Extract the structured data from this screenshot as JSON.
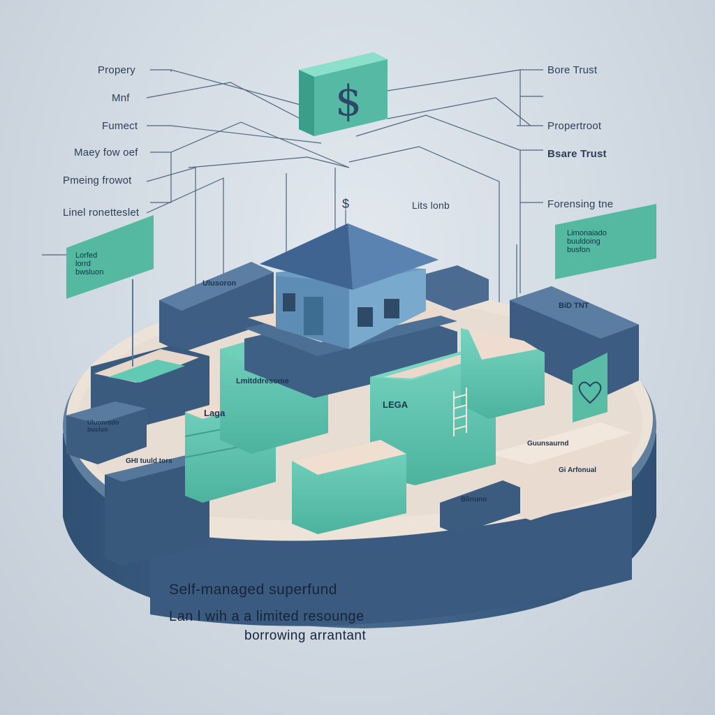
{
  "left_labels": [
    {
      "id": "property",
      "text": "Propery"
    },
    {
      "id": "mnf",
      "text": "Mnf"
    },
    {
      "id": "fumect",
      "text": "Fumect"
    },
    {
      "id": "maey",
      "text": "Maey fow oef"
    },
    {
      "id": "pmeing",
      "text": "Pmeing frowot"
    },
    {
      "id": "linel",
      "text": "Linel ronetteslet"
    }
  ],
  "right_labels": [
    {
      "id": "bore-trust",
      "text": "Bore Trust"
    },
    {
      "id": "propertroot",
      "text": "Propertroot"
    },
    {
      "id": "bsare-trust",
      "text": "Bsare Trust"
    },
    {
      "id": "forensing",
      "text": "Forensing tne"
    }
  ],
  "center_labels": {
    "dollar_small": "$",
    "lits_lonb": "Lits lonb"
  },
  "signs": {
    "left_sign": "Lorfed\nlorrd\nbwsluon",
    "right_sign": "Limonaiado\nbuuldoing\nbusfon"
  },
  "block_labels": {
    "lana": "Laga",
    "lega": "LEGA",
    "center_block": "Lmitddresome",
    "left_top_block": "Ulusoron",
    "right_top_block": "BiD TNT",
    "left_mid_block": "Uluonrodo\nbusluo",
    "left_low_block": "GHI tuuld tors",
    "right_low_block": "Guunsaurnd",
    "right_front_block": "Gi Arfonual",
    "front_small_block": "Blinuno"
  },
  "base": {
    "title": "Self-managed superfund",
    "subtitle_1": "Lan l wih a a limited resounge",
    "subtitle_2": "borrowing arrantant"
  },
  "colors": {
    "teal": "#5fc7b1",
    "teal_dark": "#3e9f8e",
    "navy": "#3d5e80",
    "navy_dark": "#2c4866",
    "cream": "#ece0d6",
    "roof": "#5a7fab"
  },
  "icons": [
    "dollar-sign-icon",
    "house-icon",
    "heart-shield-icon",
    "ladder-icon"
  ]
}
